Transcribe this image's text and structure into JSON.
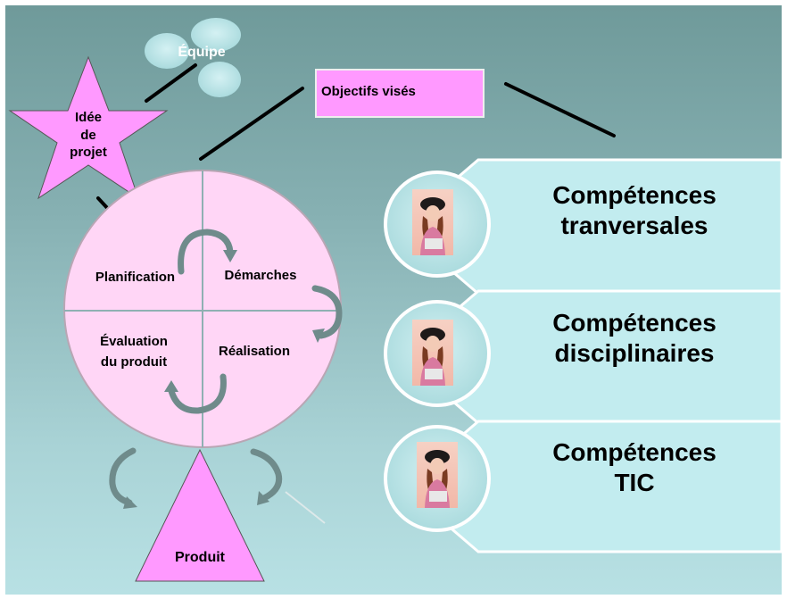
{
  "nodes": {
    "team": "Équipe",
    "idea": [
      "Idée",
      "de",
      "projet"
    ],
    "objectives": "Objectifs visés",
    "product": "Produit"
  },
  "quadrants": {
    "planning": "Planification",
    "steps": "Démarches",
    "evaluation": [
      "Évaluation",
      "du produit"
    ],
    "realization": "Réalisation"
  },
  "competencies": [
    {
      "line1": "Compétences",
      "line2": "tranversales"
    },
    {
      "line1": "Compétences",
      "line2": "disciplinaires"
    },
    {
      "line1": "Compétences",
      "line2": "TIC"
    }
  ],
  "colors": {
    "pink": "#ff99ff",
    "light_pink": "#ffd6f6",
    "cyan_panel": "#c2ecef",
    "arrow_gray": "#6f8b8b"
  }
}
